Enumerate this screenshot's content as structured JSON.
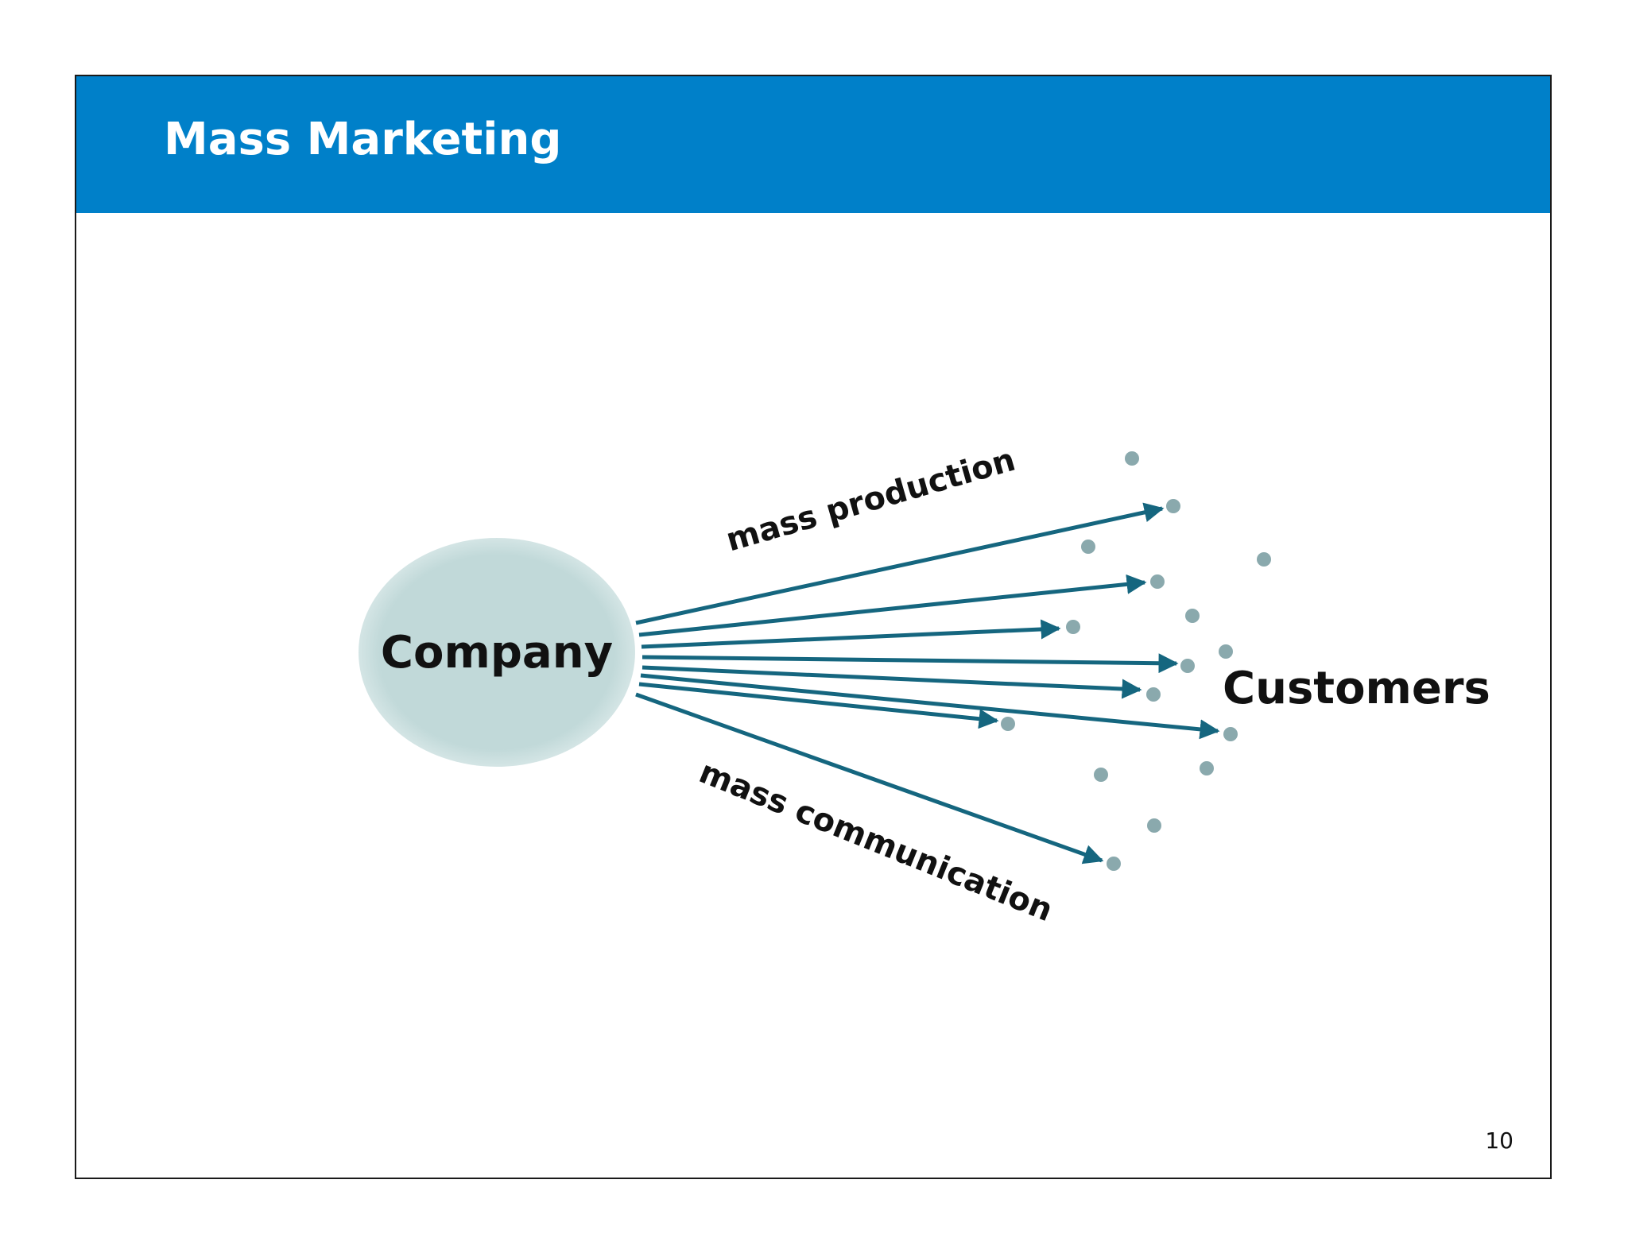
{
  "slide": {
    "title": "Mass Marketing",
    "page_number": "10"
  },
  "diagram": {
    "source_label": "Company",
    "target_label": "Customers",
    "top_arrow_label": "mass production",
    "bottom_arrow_label": "mass communication",
    "colors": {
      "header": "#0080c9",
      "source_fill": "#c1d9d9",
      "arrow": "#15667f",
      "customer_dot": "#8aa9ad"
    }
  }
}
